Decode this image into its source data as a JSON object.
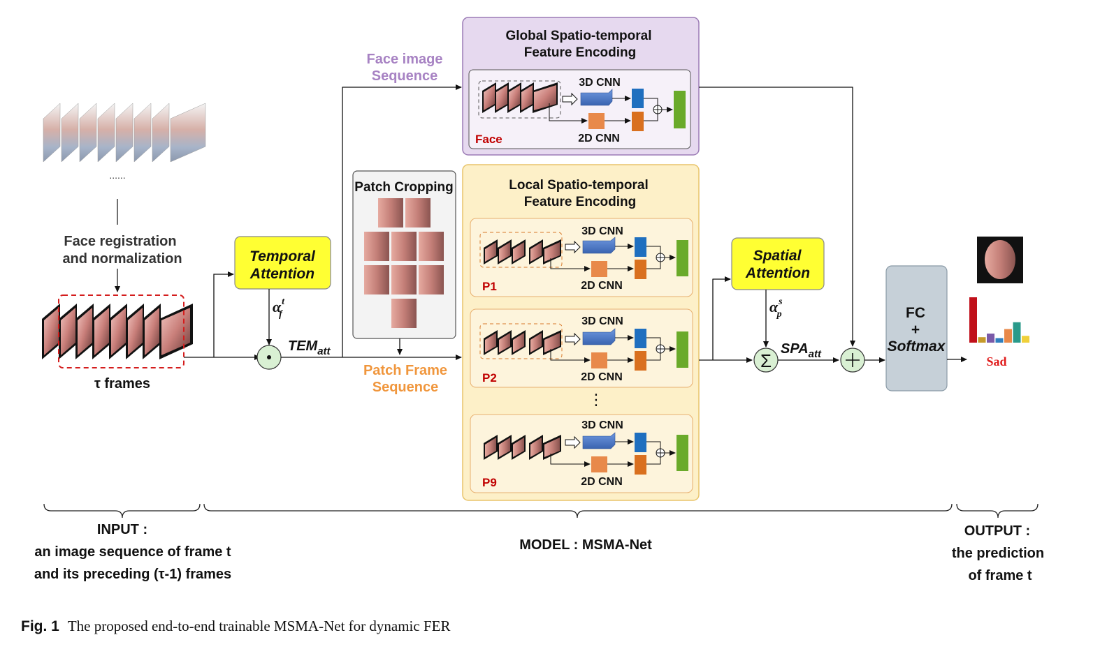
{
  "input": {
    "dots": "......",
    "registration_line1": "Face registration",
    "registration_line2": "and normalization",
    "frames_label": "τ frames",
    "inner_dots": "......"
  },
  "temporal_attention": {
    "line1": "Temporal",
    "line2": "Attention",
    "alpha_base": "α",
    "alpha_sup": "t",
    "alpha_sub": "f"
  },
  "tem_att": {
    "base": "TEM",
    "sub": "att"
  },
  "face_image_sequence": {
    "line1": "Face image",
    "line2": "Sequence"
  },
  "patch_cropping": {
    "title": "Patch Cropping"
  },
  "patch_frame_sequence": {
    "line1": "Patch Frame",
    "line2": "Sequence"
  },
  "global_box": {
    "title1": "Global Spatio-temporal",
    "title2": "Feature Encoding",
    "cnn3d": "3D CNN",
    "cnn2d": "2D CNN",
    "tag": "Face"
  },
  "local_box": {
    "title1": "Local Spatio-temporal",
    "title2": "Feature Encoding",
    "cnn3d": "3D CNN",
    "cnn2d": "2D CNN",
    "tags": [
      "P1",
      "P2",
      "P9"
    ],
    "vdots": "⋮"
  },
  "spatial_attention": {
    "line1": "Spatial",
    "line2": "Attention",
    "alpha_base": "α",
    "alpha_sup": "s",
    "alpha_sub": "p"
  },
  "spa_att": {
    "base": "SPA",
    "sub": "att"
  },
  "fc_box": {
    "line1": "FC",
    "line2": "+",
    "line3": "Softmax"
  },
  "output_label": "Sad",
  "bottom": {
    "input1": "INPUT :",
    "input2": "an image sequence of frame t",
    "input3": "and its preceding (τ-1) frames",
    "model": "MODEL :  MSMA-Net",
    "output1": "OUTPUT :",
    "output2": "the prediction",
    "output3": "of frame t"
  },
  "caption": {
    "label": "Fig. 1",
    "text": "The proposed end-to-end trainable MSMA-Net for dynamic FER"
  },
  "colors": {
    "purple_box": "#e6d9ef",
    "purple_border": "#9b7bb5",
    "yellow_box": "#fdf0c8",
    "yellow_border": "#e8c46a",
    "attention_fill": "#ffff33",
    "cnn3d": "#4a78c8",
    "cnn2d": "#e8894a",
    "blue_block": "#1f6fbf",
    "orange_block": "#d9701f",
    "green_block": "#6aaa2a",
    "circle_fill": "#d9f0d3",
    "face_seq_text": "#a782c3",
    "patch_seq_text": "#f0963c",
    "red_tag": "#c00000"
  },
  "output_bars": [
    {
      "value": 1.0,
      "color": "#c0101a"
    },
    {
      "value": 0.12,
      "color": "#c69a2a"
    },
    {
      "value": 0.2,
      "color": "#7a5aa8"
    },
    {
      "value": 0.1,
      "color": "#2f7fbf"
    },
    {
      "value": 0.3,
      "color": "#e8894a"
    },
    {
      "value": 0.45,
      "color": "#2a9a8a"
    },
    {
      "value": 0.15,
      "color": "#f0d03a"
    }
  ]
}
